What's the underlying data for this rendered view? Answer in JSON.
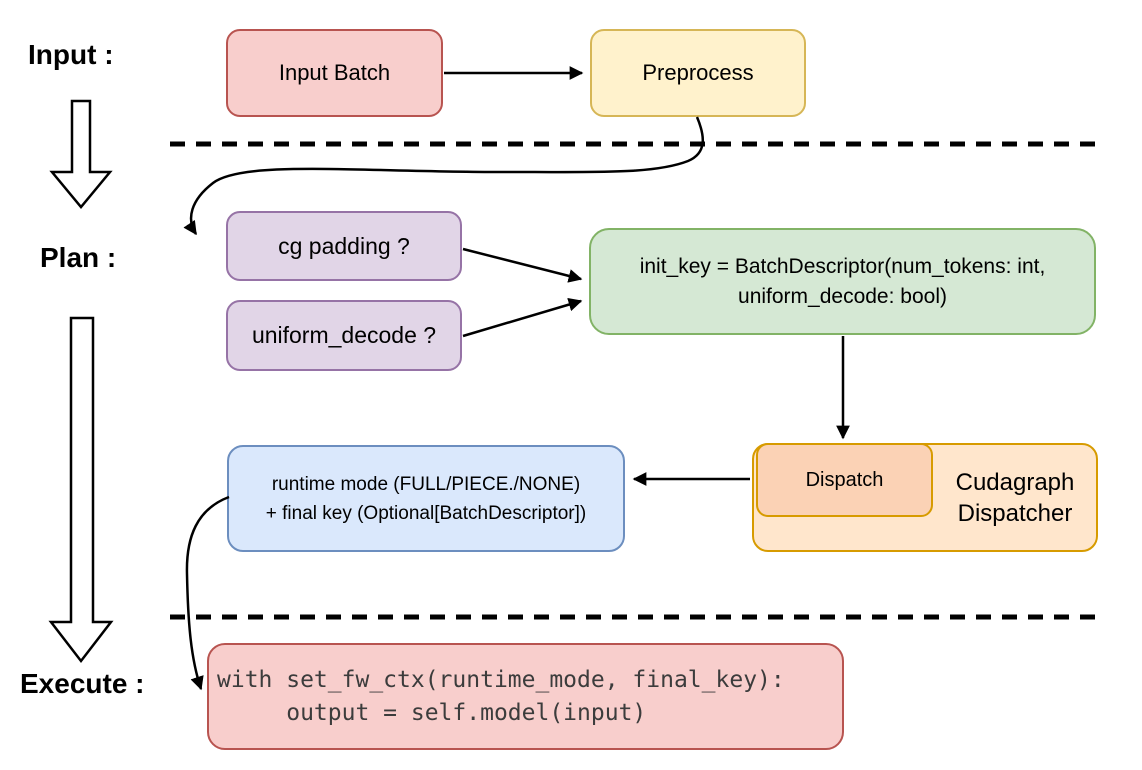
{
  "colors": {
    "pink_fill": "#F8CECC",
    "pink_stroke": "#B85450",
    "yellow_fill": "#FFF2CC",
    "yellow_stroke": "#D6B656",
    "purple_fill": "#E1D5E7",
    "purple_stroke": "#9673A6",
    "green_fill": "#D5E8D4",
    "green_stroke": "#82B366",
    "blue_fill": "#DAE8FC",
    "blue_stroke": "#6C8EBF",
    "orange_fill": "#FFE6CC",
    "orange_stroke": "#D79B00",
    "peach_fill": "#FBD2B5",
    "code_text": "#3C3C3C",
    "line": "#000000"
  },
  "stage_labels": {
    "input": "Input :",
    "plan": "Plan :",
    "execute": "Execute :"
  },
  "nodes": {
    "input_batch": {
      "label": "Input Batch"
    },
    "preprocess": {
      "label": "Preprocess"
    },
    "cg_padding": {
      "label": "cg padding ?"
    },
    "uniform_decode": {
      "label": "uniform_decode ?"
    },
    "init_key": {
      "line1": "init_key = BatchDescriptor(num_tokens: int,",
      "line2": "uniform_decode: bool)"
    },
    "dispatch": {
      "label": "Dispatch"
    },
    "cudagraph_dispatcher": {
      "line1": "Cudagraph",
      "line2": "Dispatcher"
    },
    "runtime_mode": {
      "line1": "runtime mode (FULL/PIECE./NONE)",
      "line2": "+ final key (Optional[BatchDescriptor])"
    },
    "execute_code": {
      "line1": "with set_fw_ctx(runtime_mode, final_key):",
      "line2": "     output = self.model(input)"
    }
  }
}
